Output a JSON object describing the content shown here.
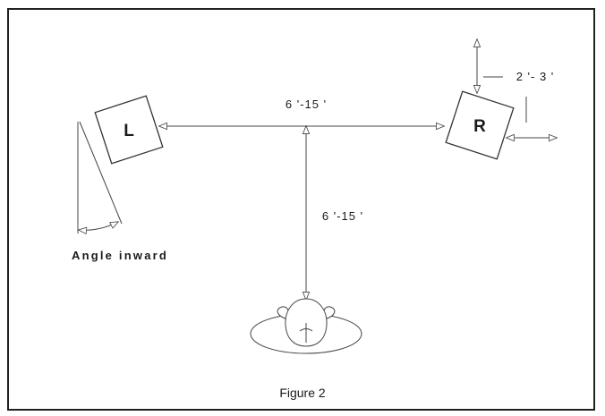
{
  "speakers": {
    "left_label": "L",
    "right_label": "R"
  },
  "dimensions": {
    "speaker_spacing": "6 '-15 '",
    "listener_distance": "6 '-15 '",
    "wall_distance": "2 '- 3 '"
  },
  "angle_label": "Angle inward",
  "caption": "Figure 2",
  "colors": {
    "frame": "#222222",
    "line": "#444444",
    "background": "#ffffff"
  }
}
